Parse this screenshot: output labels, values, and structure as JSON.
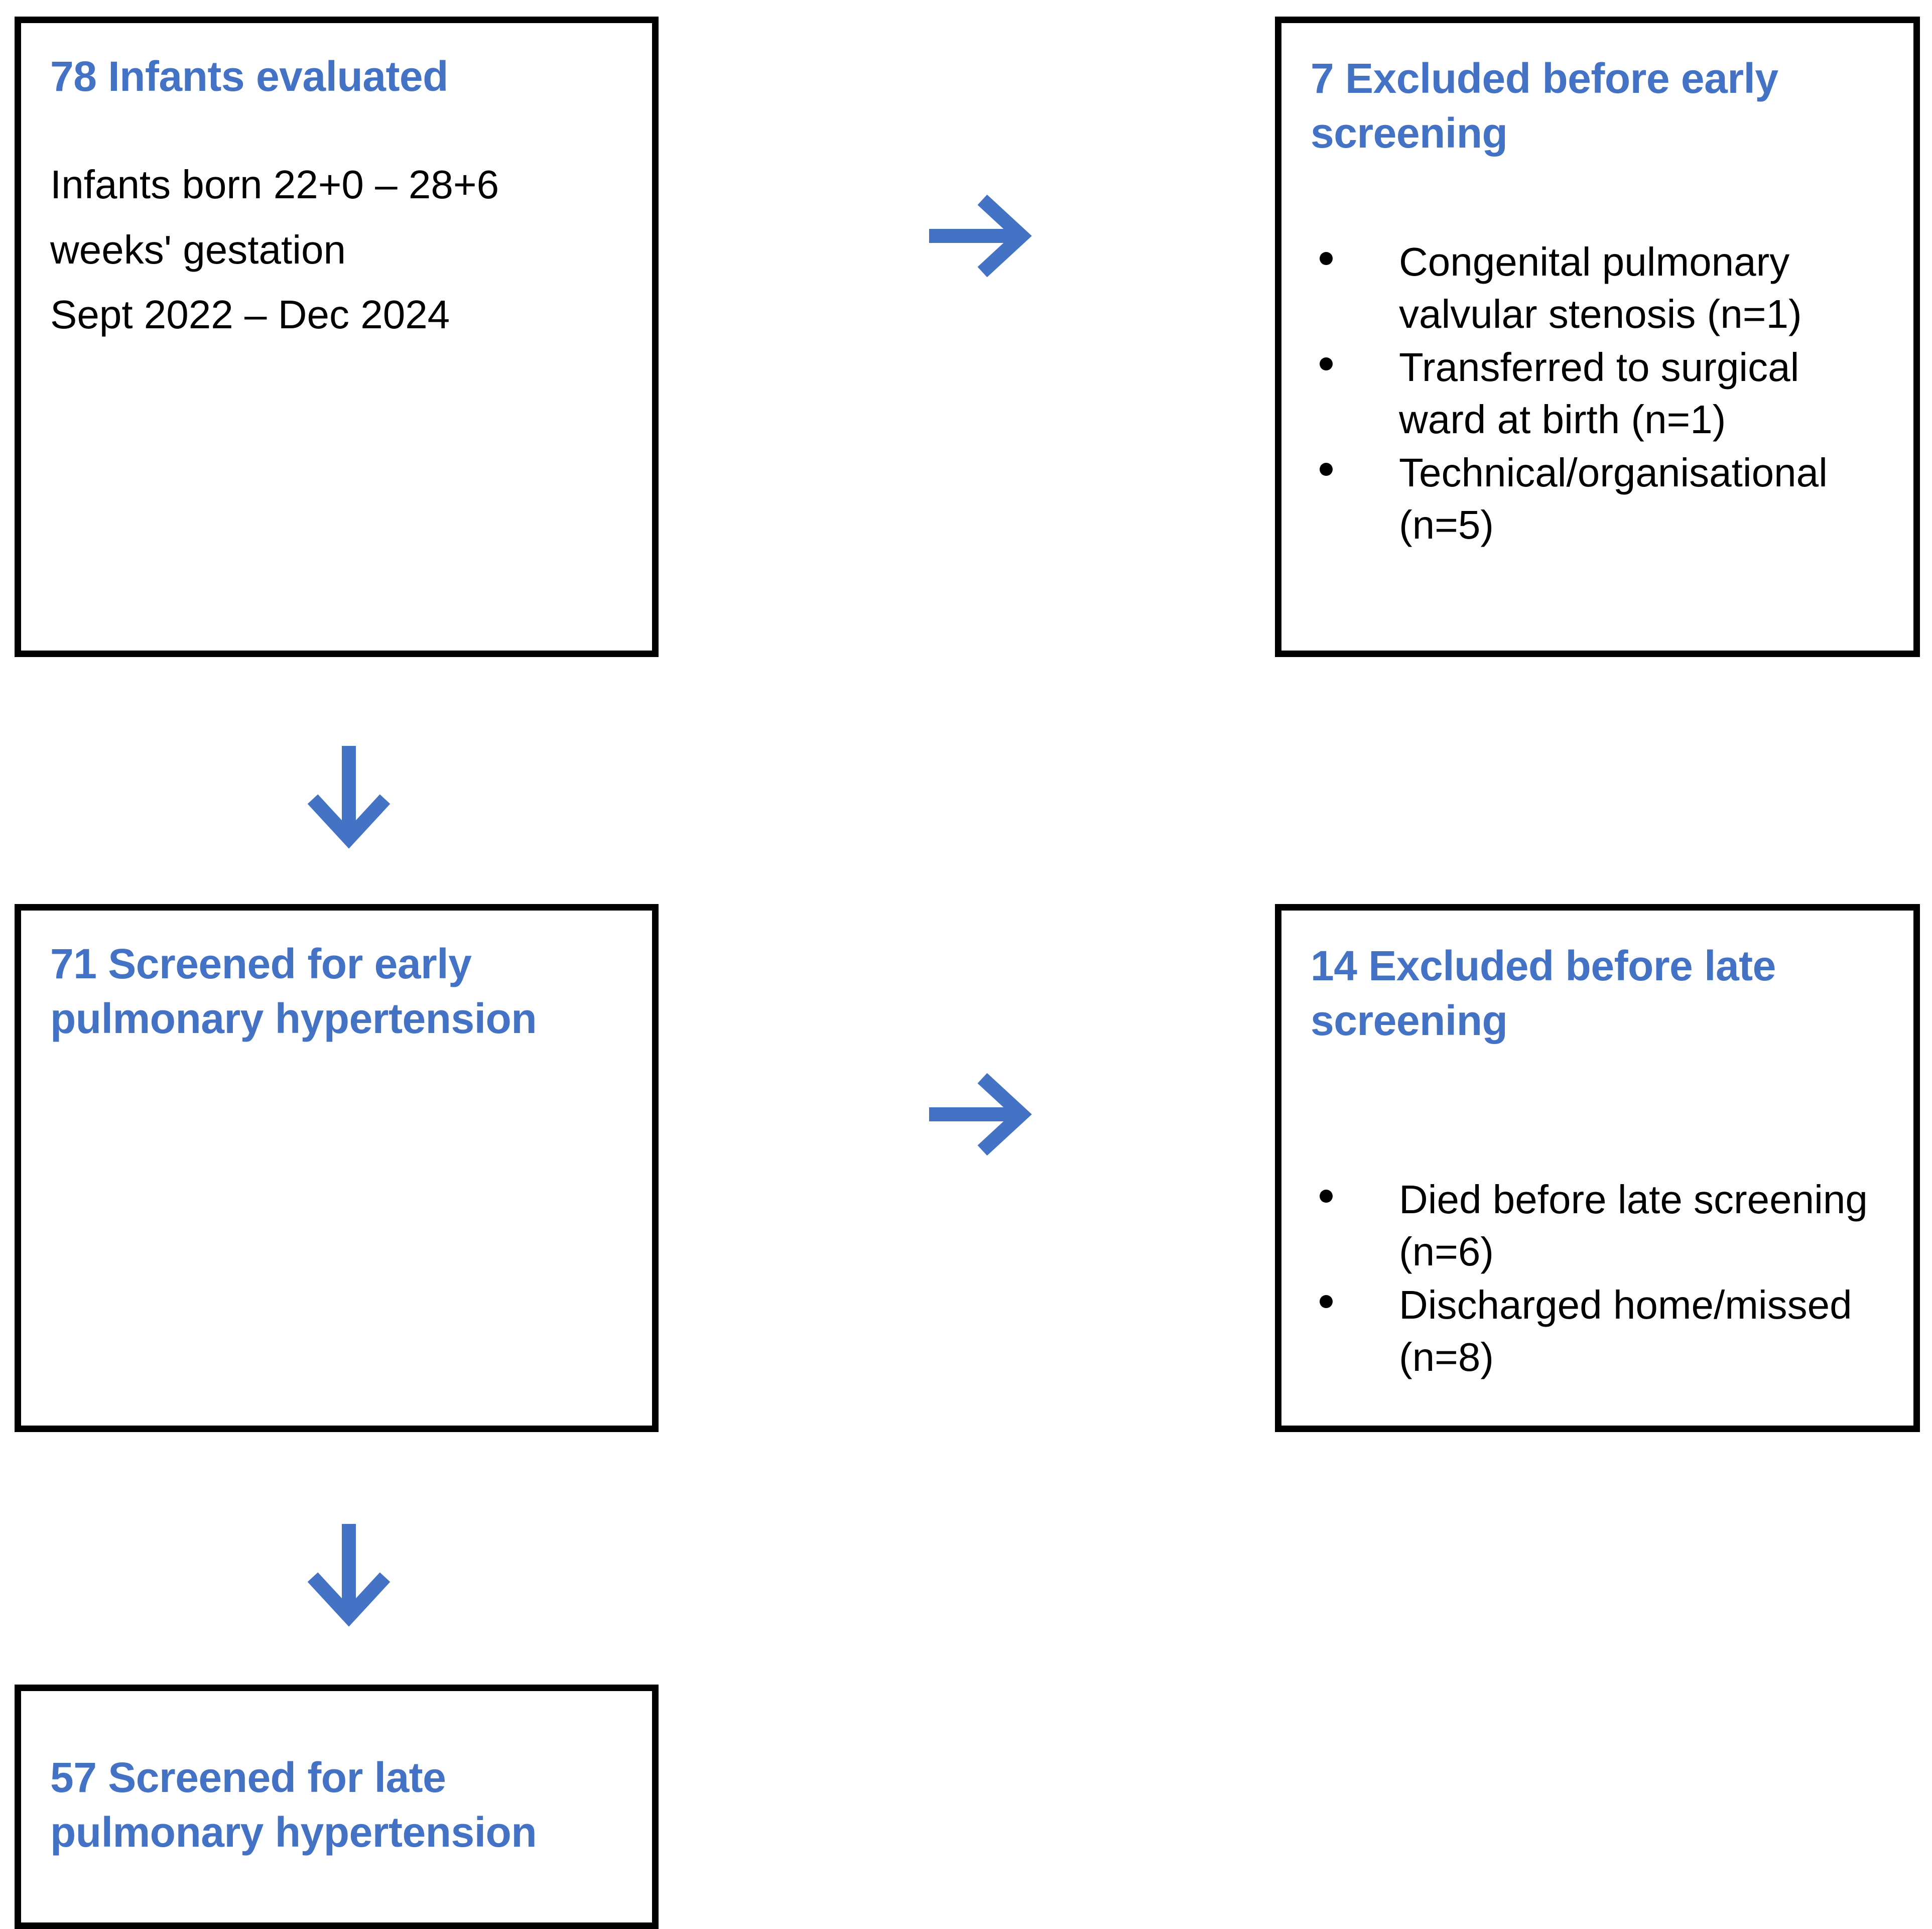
{
  "diagram": {
    "type": "study-flow-chart",
    "accent_color": "#4472C4",
    "border_color": "#000000",
    "background_color": "#ffffff",
    "boxes": [
      {
        "id": "infants-evaluated",
        "title": "78 Infants evaluated",
        "count": 78,
        "body_lines": [
          "Infants born 22+0 – 28+6",
          "weeks' gestation",
          "Sept 2022 – Dec 2024"
        ]
      },
      {
        "id": "excluded-before-early-screening",
        "title": "7 Excluded before early screening",
        "count": 7,
        "bullets": [
          "Congenital pulmonary valvular stenosis (n=1)",
          "Transferred to surgical ward at birth (n=1)",
          "Technical/organisational (n=5)"
        ]
      },
      {
        "id": "screened-early-ph",
        "title": "71 Screened for early pulmonary hypertension",
        "count": 71
      },
      {
        "id": "excluded-before-late-screening",
        "title": "14 Excluded before late screening",
        "count": 14,
        "bullets": [
          "Died before late screening (n=6)",
          "Discharged home/missed (n=8)"
        ]
      },
      {
        "id": "screened-late-ph",
        "title": "57 Screened for late pulmonary hypertension",
        "count": 57
      }
    ],
    "arrows": [
      {
        "id": "arrow-early-exclusion",
        "direction": "right",
        "icon": "arrow-right-icon"
      },
      {
        "id": "arrow-evaluated-to-early",
        "direction": "down",
        "icon": "arrow-down-icon"
      },
      {
        "id": "arrow-late-exclusion",
        "direction": "right",
        "icon": "arrow-right-icon"
      },
      {
        "id": "arrow-early-to-late",
        "direction": "down",
        "icon": "arrow-down-icon"
      }
    ]
  }
}
